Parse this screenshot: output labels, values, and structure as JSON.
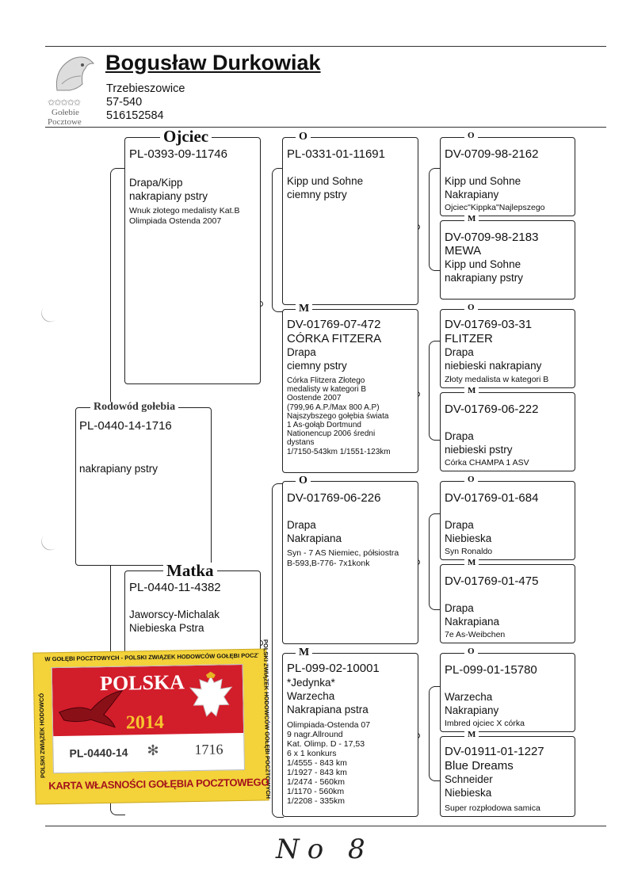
{
  "header": {
    "owner_name": "Bogusław Durkowiak",
    "city": "Trzebieszowice",
    "postal": "57-540",
    "phone": "516152584",
    "logo_text_1": "Gołebie",
    "logo_text_2": "Pocztowe"
  },
  "pigeon": {
    "title": "Rodowód gołebia",
    "ring": "PL-0440-14-1716",
    "color": "nakrapiany pstry"
  },
  "father": {
    "title": "Ojciec",
    "ring": "PL-0393-09-11746",
    "lines": [
      "Drapa/Kipp",
      "nakrapiany pstry"
    ],
    "notes": [
      "Wnuk złotego medalisty Kat.B",
      "Olimpiada Ostenda 2007"
    ]
  },
  "mother": {
    "title": "Matka",
    "ring": "PL-0440-11-4382",
    "lines": [
      "Jaworscy-Michalak",
      "Niebieska Pstra"
    ]
  },
  "ff": {
    "title": "O",
    "ring": "PL-0331-01-11691",
    "lines": [
      "Kipp und Sohne",
      "ciemny pstry"
    ]
  },
  "fm": {
    "title": "M",
    "ring": "DV-01769-07-472",
    "lines": [
      "CÓRKA FITZERA",
      "Drapa",
      "ciemny pstry"
    ],
    "notes": [
      "Córka Flitzera Złotego",
      "medalisty w kategori B",
      "Oostende 2007",
      "(799,96 A.P./Max 800 A.P)",
      "Najszybszego gołębia świata",
      "1 As-gołąb Dortmund",
      "Nationencup 2006 średni",
      "dystans",
      "1/7150-543km  1/1551-123km"
    ]
  },
  "mf": {
    "title": "O",
    "ring": "DV-01769-06-226",
    "lines": [
      "Drapa",
      "Nakrapiana"
    ],
    "notes": [
      "Syn - 7 AS Niemiec, półsiostra",
      "B-593,B-776- 7x1konk"
    ]
  },
  "mm": {
    "title": "M",
    "ring": "PL-099-02-10001",
    "lines": [
      "*Jedynka*",
      "Warzecha",
      "Nakrapiana pstra"
    ],
    "notes": [
      "Olimpiada-Ostenda 07",
      "9 nagr.Allround",
      "Kat. Olimp. D - 17,53",
      "6 x 1 konkurs",
      "1/4555 - 843 km",
      "1/1927 - 843 km",
      "1/2474 - 560km",
      "1/1170 - 560km",
      "1/2208 - 335km"
    ]
  },
  "fff": {
    "title": "O",
    "ring": "DV-0709-98-2162",
    "lines": [
      "Kipp und Sohne",
      "Nakrapiany"
    ],
    "notes": [
      "Ojciec\"Kippka\"Najlepszego"
    ]
  },
  "ffm": {
    "title": "M",
    "ring": "DV-0709-98-2183",
    "lines": [
      "MEWA",
      "Kipp und Sohne",
      "nakrapiany pstry"
    ]
  },
  "fmf": {
    "title": "O",
    "ring": "DV-01769-03-31",
    "lines": [
      "FLITZER",
      "Drapa",
      "niebieski nakrapiany"
    ],
    "notes": [
      "Złoty medalista w kategori B"
    ]
  },
  "fmm": {
    "title": "M",
    "ring": "DV-01769-06-222",
    "lines": [
      "Drapa",
      "niebieski pstry"
    ],
    "notes": [
      "Córka CHAMPA 1 ASV"
    ]
  },
  "mff": {
    "title": "O",
    "ring": "DV-01769-01-684",
    "lines": [
      "Drapa",
      "Niebieska"
    ],
    "notes": [
      "Syn Ronaldo"
    ]
  },
  "mfm": {
    "title": "M",
    "ring": "DV-01769-01-475",
    "lines": [
      "Drapa",
      "Nakrapiana"
    ],
    "notes": [
      "7e As-Weibchen"
    ]
  },
  "mmf": {
    "title": "O",
    "ring": "PL-099-01-15780",
    "lines": [
      "Warzecha",
      "Nakrapiany"
    ],
    "notes": [
      "Imbred ojciec X córka"
    ]
  },
  "mmm": {
    "title": "M",
    "ring": "DV-01911-01-1227",
    "lines": [
      "Blue Dreams",
      "Schneider",
      "Niebieska"
    ],
    "notes": [
      "Super rozpłodowa samica"
    ]
  },
  "card": {
    "arc_text": "W GOŁĘBI POCZTOWYCH - POLSKI ZWIĄZEK HODOWCÓW GOŁĘBI POCZTOWYCH",
    "left_text": "POLSKI ZWIĄZEK HODOWCÓ",
    "right_text": "POLSKI ZWIĄZEK HODOWCÓW GOŁĘBI POCZTOWYCH",
    "country": "POLSKA",
    "year": "2014",
    "ring_text": "PL-0440-14",
    "ring_number": "1716",
    "footer": "KARTA WŁASNOŚCI GOŁĘBIA POCZTOWEGO"
  },
  "handwriting": "No 8"
}
